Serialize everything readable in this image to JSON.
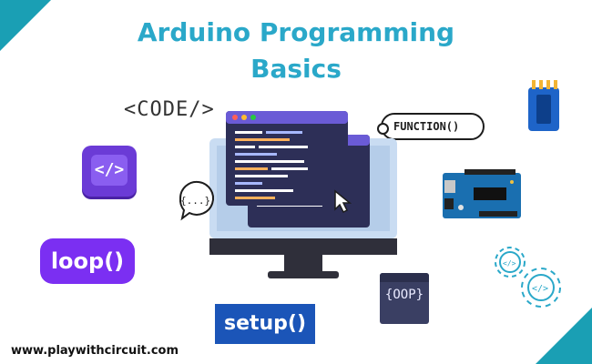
{
  "title": {
    "line1": "Arduino Programming",
    "line2": "Basics"
  },
  "tags": {
    "code": "<CODE/>",
    "function": "FUNCTION()",
    "code_tile": "</>",
    "loop": "loop()",
    "setup": "setup()",
    "oop": "{OOP}",
    "braces": "{...}"
  },
  "footer": {
    "url": "www.playwithcircuit.com"
  },
  "colors": {
    "accent": "#2aa8c9",
    "corner": "#1a9fb4",
    "purple": "#7b2ff2",
    "blue": "#1b55b8"
  },
  "icons": [
    "monitor-icon",
    "code-window-icon",
    "cursor-icon",
    "chat-braces-icon",
    "arduino-board-icon",
    "gear-icon",
    "chip-icon"
  ]
}
